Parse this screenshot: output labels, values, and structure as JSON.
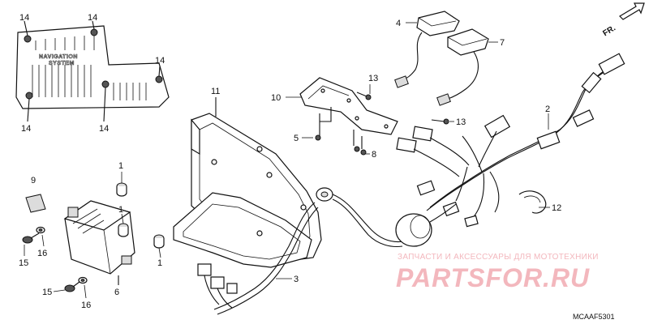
{
  "cover_text": {
    "line1": "NAVIGATION",
    "line2": "SYSTEM"
  },
  "direction_label": "FR.",
  "callouts": {
    "p1a": "1",
    "p1b": "1",
    "p1c": "1",
    "p2": "2",
    "p3": "3",
    "p4": "4",
    "p6": "6",
    "p7": "7",
    "p8": "8",
    "p9": "9",
    "p10": "10",
    "p11": "11",
    "p12": "12",
    "p13a": "13",
    "p13b": "13",
    "p14a": "14",
    "p14b": "14",
    "p14c": "14",
    "p14d": "14",
    "p14e": "14",
    "p15a": "15",
    "p15b": "15",
    "p16a": "16",
    "p16b": "16",
    "p5": "5"
  },
  "watermark": {
    "tagline": "ЗАПЧАСТИ И АКСЕССУАРЫ ДЛЯ МОТОТЕХНИКИ",
    "brand": "PARTSFOR.RU"
  },
  "diagram_code": "MCAAF5301"
}
